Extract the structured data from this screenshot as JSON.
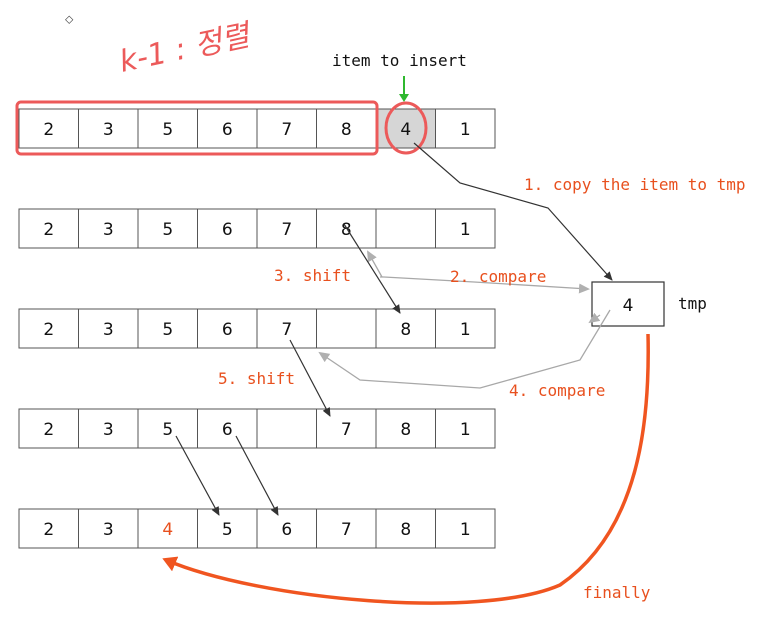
{
  "annotation": {
    "handwritten": "k-1 : 정렬",
    "color": "#ec5a5a",
    "diamond_glyph": "⬦"
  },
  "labels": {
    "item_to_insert": "item to insert",
    "step1": "1. copy the item to tmp",
    "step2": "2. compare",
    "step3": "3. shift",
    "step4": "4. compare",
    "step5": "5. shift",
    "finally": "finally",
    "tmp": "tmp"
  },
  "tmp_value": "4",
  "rows": [
    {
      "cells": [
        "2",
        "3",
        "5",
        "6",
        "7",
        "8",
        "4",
        "1"
      ],
      "highlight_index": 6,
      "red_index": -1
    },
    {
      "cells": [
        "2",
        "3",
        "5",
        "6",
        "7",
        "8",
        "",
        "1"
      ],
      "highlight_index": -1,
      "red_index": -1
    },
    {
      "cells": [
        "2",
        "3",
        "5",
        "6",
        "7",
        "",
        "8",
        "1"
      ],
      "highlight_index": -1,
      "red_index": -1
    },
    {
      "cells": [
        "2",
        "3",
        "5",
        "6",
        "",
        "7",
        "8",
        "1"
      ],
      "highlight_index": -1,
      "red_index": -1
    },
    {
      "cells": [
        "2",
        "3",
        "4",
        "5",
        "6",
        "7",
        "8",
        "1"
      ],
      "highlight_index": -1,
      "red_index": 2
    }
  ],
  "colors": {
    "step_text": "#e8501e",
    "finally_arrow": "#f05520",
    "insert_arrow": "#2fb82f",
    "dark_arrow": "#333333",
    "gray_arrow": "#a8a8a8",
    "highlight_fill": "#d6d6d6",
    "red_value": "#e8501e"
  }
}
